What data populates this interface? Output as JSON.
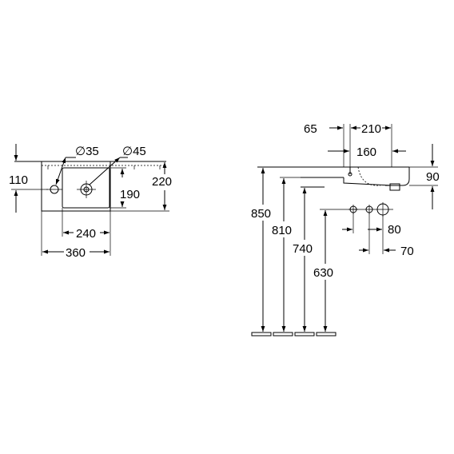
{
  "plan_view": {
    "labels": {
      "tap_hole_diameter": "∅35",
      "waste_diameter": "∅45",
      "tap_hole_offset": "110",
      "bowl_depth": "190",
      "overall_depth": "220",
      "bowl_width": "240",
      "overall_width": "360"
    }
  },
  "side_view": {
    "labels": {
      "rim_to_tap": "65",
      "tap_to_back": "210",
      "waste_to_back": "160",
      "basin_height": "90",
      "rim_height": "850",
      "underside_height": "810",
      "waste_height": "740",
      "connection_height": "630",
      "connection_spacing_a": "80",
      "connection_spacing_b": "70"
    }
  }
}
